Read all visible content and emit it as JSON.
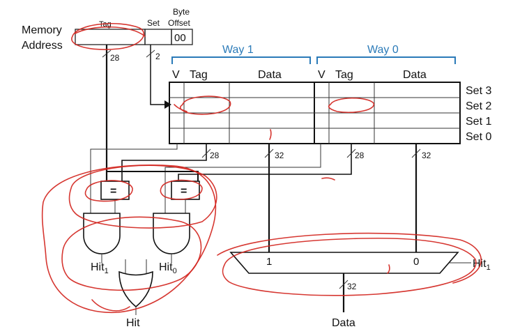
{
  "address": {
    "label_line1": "Memory",
    "label_line2": "Address",
    "tag": "Tag",
    "set": "Set",
    "byte_offset_line1": "Byte",
    "byte_offset_line2": "Offset",
    "offset_value": "00",
    "tag_width": "28",
    "set_width": "2"
  },
  "ways": [
    {
      "title": "Way 1",
      "col_v": "V",
      "col_tag": "Tag",
      "col_data": "Data",
      "tag_width": "28",
      "data_width": "32"
    },
    {
      "title": "Way 0",
      "col_v": "V",
      "col_tag": "Tag",
      "col_data": "Data",
      "tag_width": "28",
      "data_width": "32"
    }
  ],
  "sets": [
    "Set 3",
    "Set 2",
    "Set 1",
    "Set 0"
  ],
  "comparators": {
    "symbol": "="
  },
  "hit_signals": {
    "hit1_base": "Hit",
    "hit1_sub": "1",
    "hit0_base": "Hit",
    "hit0_sub": "0",
    "hit": "Hit"
  },
  "mux": {
    "input1": "1",
    "input0": "0",
    "select_base": "Hit",
    "select_sub": "1",
    "out_width": "32",
    "output": "Data"
  },
  "colors": {
    "way_bracket": "#2a7ab8",
    "annotation": "#d2261f",
    "line": "#111111"
  }
}
